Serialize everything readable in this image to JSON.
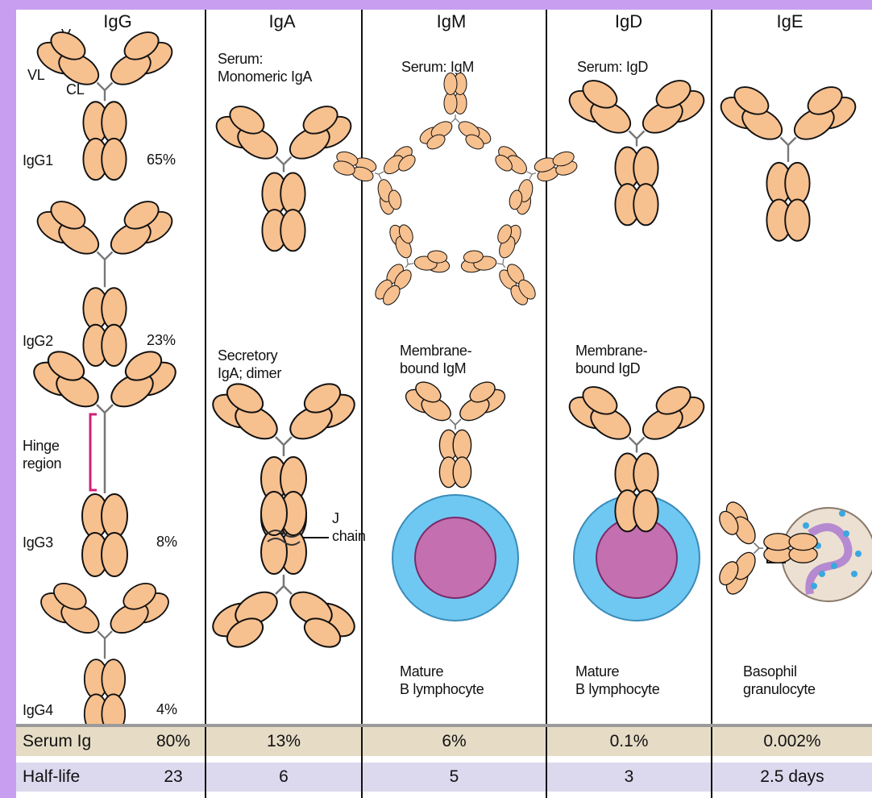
{
  "columns": [
    {
      "header": "IgG"
    },
    {
      "header": "IgA",
      "label_top": "Serum:\nMonomeric IgA",
      "label_bottom": "Secretory\nIgA; dimer",
      "j_chain_label": "J\nchain"
    },
    {
      "header": "IgM",
      "label_top": "Serum: IgM",
      "label_bottom": "Membrane-\nbound IgM",
      "cell_label": "Mature\nB lymphocyte"
    },
    {
      "header": "IgD",
      "label_top": "Serum: IgD",
      "label_bottom": "Membrane-\nbound IgD",
      "cell_label": "Mature\nB lymphocyte"
    },
    {
      "header": "IgE",
      "cell_label": "Basophil\ngranulocyte"
    }
  ],
  "igg": {
    "domain_labels": {
      "v": "V",
      "vl": "VL",
      "cl": "CL"
    },
    "subclasses": [
      {
        "name": "IgG1",
        "percent": "65%"
      },
      {
        "name": "IgG2",
        "percent": "23%"
      },
      {
        "name": "IgG3",
        "percent": "8%"
      },
      {
        "name": "IgG4",
        "percent": "4%"
      }
    ],
    "hinge_label": "Hinge\nregion"
  },
  "table": {
    "serum": {
      "label": "Serum Ig",
      "values": [
        "80%",
        "13%",
        "6%",
        "0.1%",
        "0.002%"
      ]
    },
    "halflife": {
      "label": "Half-life",
      "values": [
        "23",
        "6",
        "5",
        "3",
        "2.5 days"
      ]
    }
  },
  "colors": {
    "background": "#c79ef0",
    "domain_fill": "#f7c08f",
    "cell_outer": "#6fc8f2",
    "cell_nucleus": "#c36fb0",
    "hinge_bracket": "#d0207a",
    "serum_row": "#e6dcc6",
    "halflife_row": "#dcd8ee"
  }
}
